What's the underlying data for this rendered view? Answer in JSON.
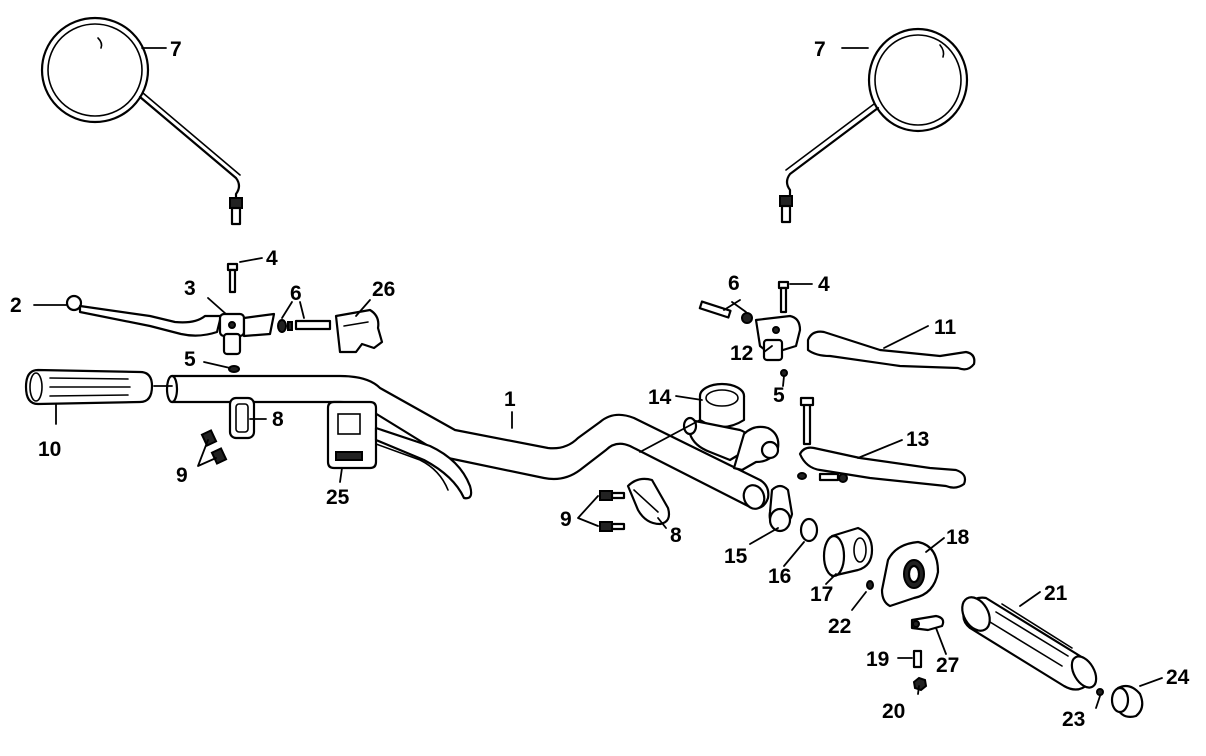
{
  "callouts": {
    "c1": "1",
    "c2": "2",
    "c3": "3",
    "c4a": "4",
    "c4b": "4",
    "c5a": "5",
    "c5b": "5",
    "c6a": "6",
    "c6b": "6",
    "c7a": "7",
    "c7b": "7",
    "c8a": "8",
    "c8b": "8",
    "c9a": "9",
    "c9b": "9",
    "c10": "10",
    "c11": "11",
    "c12": "12",
    "c13": "13",
    "c14": "14",
    "c15": "15",
    "c16": "16",
    "c17": "17",
    "c18": "18",
    "c19": "19",
    "c20": "20",
    "c21": "21",
    "c22": "22",
    "c23": "23",
    "c24": "24",
    "c25": "25",
    "c26": "26",
    "c27": "27"
  }
}
